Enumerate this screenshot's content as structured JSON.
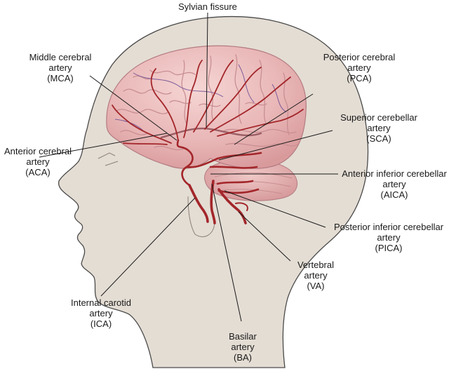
{
  "labels": {
    "sylvian": {
      "lines": [
        "Sylvian fissure"
      ]
    },
    "mca": {
      "lines": [
        "Middle cerebral",
        "artery",
        "(MCA)"
      ]
    },
    "pca": {
      "lines": [
        "Posterior cerebral",
        "artery",
        "(PCA)"
      ]
    },
    "sca": {
      "lines": [
        "Superior cerebellar",
        "artery",
        "(SCA)"
      ]
    },
    "aca": {
      "lines": [
        "Anterior cerebral",
        "artery",
        "(ACA)"
      ]
    },
    "aica": {
      "lines": [
        "Anterior inferior cerebellar",
        "artery",
        "(AICA)"
      ]
    },
    "pica": {
      "lines": [
        "Posterior inferior cerebellar",
        "artery",
        "(PICA)"
      ]
    },
    "va": {
      "lines": [
        "Vertebral",
        "artery",
        "(VA)"
      ]
    },
    "ica": {
      "lines": [
        "Internal carotid",
        "artery",
        "(ICA)"
      ]
    },
    "ba": {
      "lines": [
        "Basilar",
        "artery",
        "(BA)"
      ]
    }
  },
  "colors": {
    "head_fill": "#e4ddd4",
    "head_outline": "#4a4a4a",
    "brain_fill": "#ecbcbc",
    "brain_gyri": "#c98f93",
    "artery": "#a3262a",
    "vein": "#7c5a9a"
  }
}
